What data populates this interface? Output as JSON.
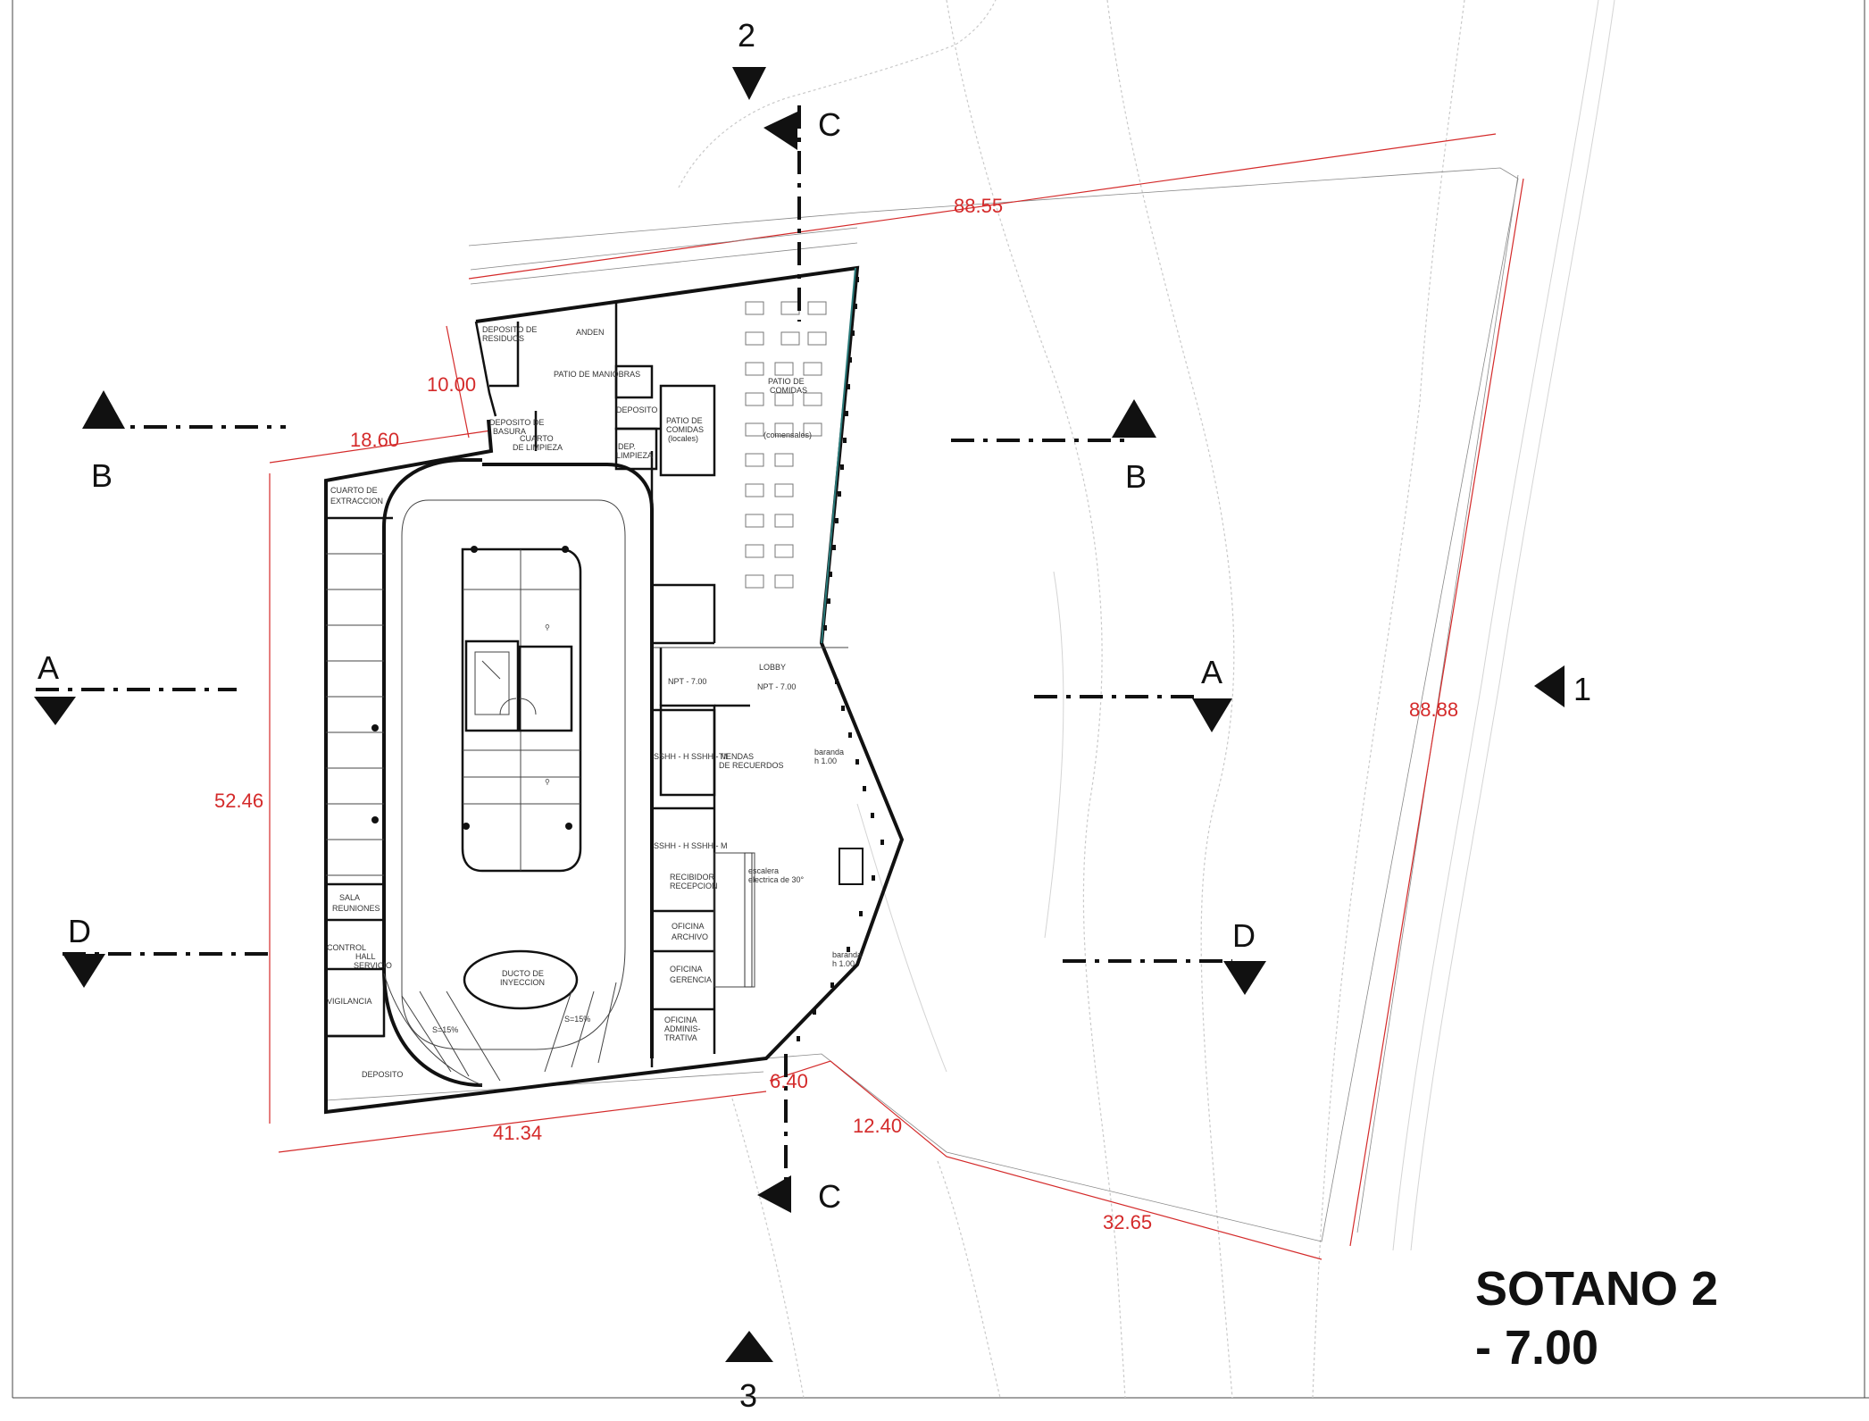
{
  "title": {
    "line1": "SOTANO 2",
    "line2": "- 7.00"
  },
  "section_markers": {
    "two": "2",
    "three": "3",
    "one": "1",
    "a": "A",
    "b": "B",
    "c": "C",
    "d": "D"
  },
  "dimensions": {
    "d8855": "88.55",
    "d8888": "88.88",
    "d1000": "10.00",
    "d1860": "18.60",
    "d5246": "52.46",
    "d4134": "41.34",
    "d640": "6.40",
    "d1240": "12.40",
    "d3265": "32.65"
  },
  "rooms": {
    "anden": "ANDEN",
    "patio_maniobras": "PATIO DE MANIOBRAS",
    "deposito_residuos_1": "DEPOSITO DE",
    "deposito_residuos_2": "RESIDUOS",
    "deposito_basura_1": "DEPOSITO DE",
    "deposito_basura_2": "BASURA",
    "cuarto_limpieza_1": "CUARTO",
    "cuarto_limpieza_2": "DE LIMPIEZA",
    "deposito": "DEPOSITO",
    "dep_limpieza_1": "DEP.",
    "dep_limpieza_2": "LIMPIEZA",
    "patio_locales_1": "PATIO DE",
    "patio_locales_2": "COMIDAS",
    "patio_locales_3": "(locales)",
    "patio_comensales_1": "PATIO DE",
    "patio_comensales_2": "COMIDAS",
    "patio_comensales_3": "(comensales)",
    "cuarto_extraccion_1": "CUARTO DE",
    "cuarto_extraccion_2": "EXTRACCION",
    "lobby": "LOBBY",
    "npt_1": "NPT - 7.00",
    "npt_2": "NPT - 7.00",
    "baranda_1": "baranda",
    "baranda_2": "h 1.00",
    "ss_hh_1": "SSHH - H SSHH - M",
    "ss_hh_2": "SSHH - H SSHH - M",
    "tiendas_1": "TIENDAS",
    "tiendas_2": "DE RECUERDOS",
    "recibidor_1": "RECIBIDOR",
    "recibidor_2": "RECEPCION",
    "escalera_1": "escalera",
    "escalera_2": "electrica de 30°",
    "oficina_archivo_1": "OFICINA",
    "oficina_archivo_2": "ARCHIVO",
    "oficina_gerencia_1": "OFICINA",
    "oficina_gerencia_2": "GERENCIA",
    "oficina_admin_1": "OFICINA",
    "oficina_admin_2": "ADMINIS-",
    "oficina_admin_3": "TRATIVA",
    "sala_reuniones_1": "SALA",
    "sala_reuniones_2": "REUNIONES",
    "control": "CONTROL",
    "hall_servicio_1": "HALL",
    "hall_servicio_2": "SERVICIO",
    "vigilancia": "VIGILANCIA",
    "deposito_bottom": "DEPOSITO",
    "ducto_1": "DUCTO DE",
    "ducto_2": "INYECCION",
    "rampa_1": "S=15%",
    "rampa_2": "S=15%",
    "baranda_h_1": "baranda",
    "baranda_h_2": "h 1.00"
  }
}
